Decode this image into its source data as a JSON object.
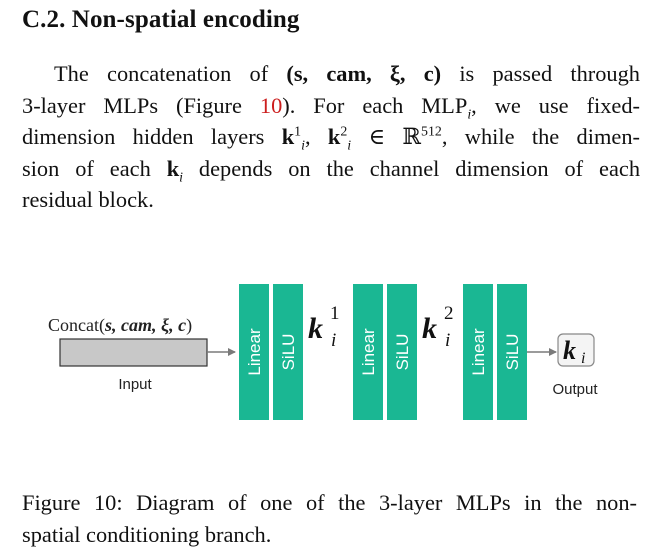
{
  "section": {
    "heading": "C.2. Non-spatial encoding"
  },
  "paragraph": {
    "l1_pre": "The concatenation of ",
    "l1_math": "(s, cam, ξ, c)",
    "l1_post": " is passed through",
    "l2_pre": "3-layer MLPs (Figure ",
    "l2_ref": "10",
    "l2_post": ").  For each MLP",
    "l2_sub": "i",
    "l2_end": ", we use fixed-",
    "l3_pre": "dimension hidden layers ",
    "l3_k": "k",
    "l3_sup1": "1",
    "l3_sub": "i",
    "l3_sup2": "2",
    "l3_in": " ∈ ℝ",
    "l3_dim": "512",
    "l3_post": ", while the dimen-",
    "l4_pre": "sion of each ",
    "l4_k": "k",
    "l4_sub": "i",
    "l4_post": " depends on the channel dimension of each",
    "l5": "residual block."
  },
  "diagram": {
    "input_formula_pre": "Concat(",
    "input_formula_vars": "s, cam, ξ, c",
    "input_formula_post": ")",
    "input_label": "Input",
    "output_symbol": "k",
    "output_sub": "i",
    "output_label": "Output",
    "hidden1_symbol": "k",
    "hidden1_sup": "1",
    "hidden1_sub": "i",
    "hidden2_symbol": "k",
    "hidden2_sup": "2",
    "hidden2_sub": "i",
    "layers": [
      {
        "linear": "Linear",
        "act": "SiLU"
      },
      {
        "linear": "Linear",
        "act": "SiLU"
      },
      {
        "linear": "Linear",
        "act": "SiLU"
      }
    ],
    "colors": {
      "layer_fill": "#1ab793",
      "layer_text": "#ffffff",
      "input_box": "#c8c8c8",
      "output_box": "#f4f4f4"
    }
  },
  "caption": {
    "line1": "Figure 10: Diagram of one of the 3-layer MLPs in the non-",
    "line2": "spatial conditioning branch."
  }
}
